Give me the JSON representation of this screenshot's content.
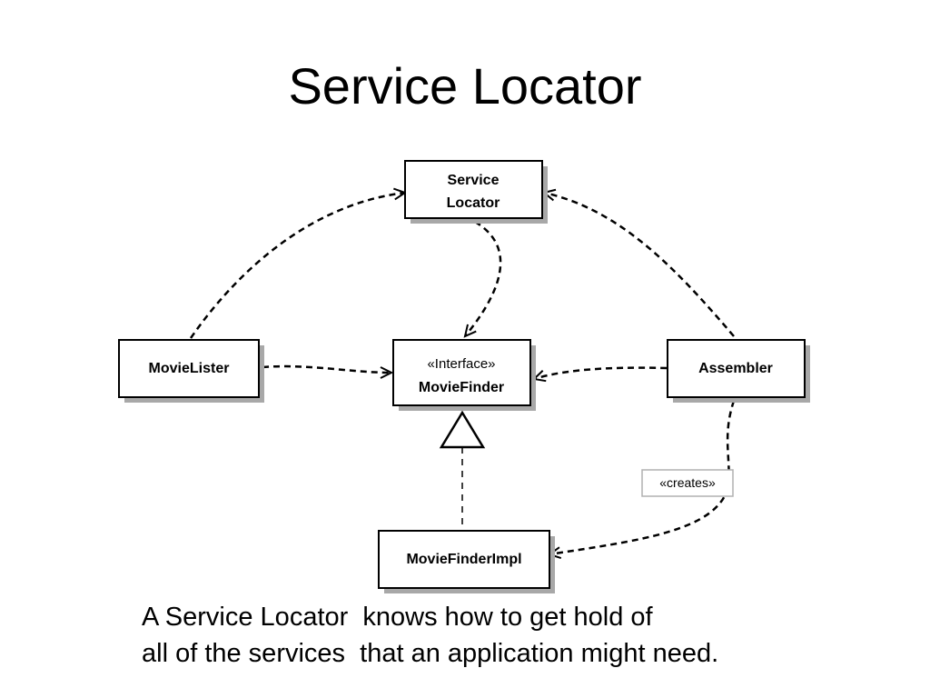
{
  "title": "Service Locator",
  "diagram": {
    "service_locator": {
      "line1": "Service",
      "line2": "Locator"
    },
    "movie_lister": "MovieLister",
    "movie_finder": {
      "stereotype": "«Interface»",
      "name": "MovieFinder"
    },
    "assembler": "Assembler",
    "movie_finder_impl": "MovieFinderImpl",
    "creates_label": "«creates»"
  },
  "caption": {
    "line1": "A Service Locator  knows how to get hold of",
    "line2": "all of the services  that an application might need."
  }
}
